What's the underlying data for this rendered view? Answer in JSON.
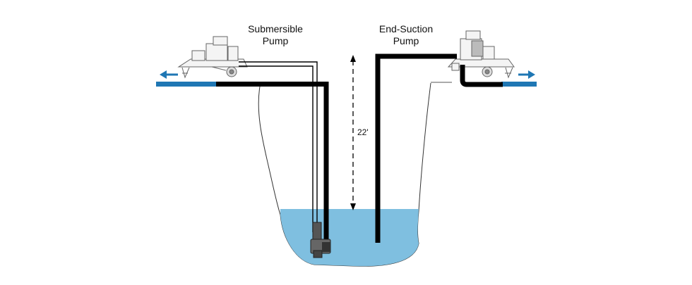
{
  "labels": {
    "submersible_line1": "Submersible",
    "submersible_line2": "Pump",
    "end_suction_line1": "End-Suction",
    "end_suction_line2": "Pump",
    "height": "22'"
  },
  "colors": {
    "water": "#7fbfe0",
    "ground_blue": "#1f77b4",
    "pipe": "#000000",
    "outline": "#333333"
  },
  "icons": [
    "submersible-pump-trailer-icon",
    "end-suction-pump-trailer-icon",
    "submersible-pump-icon",
    "arrow-left-icon",
    "arrow-right-icon"
  ]
}
